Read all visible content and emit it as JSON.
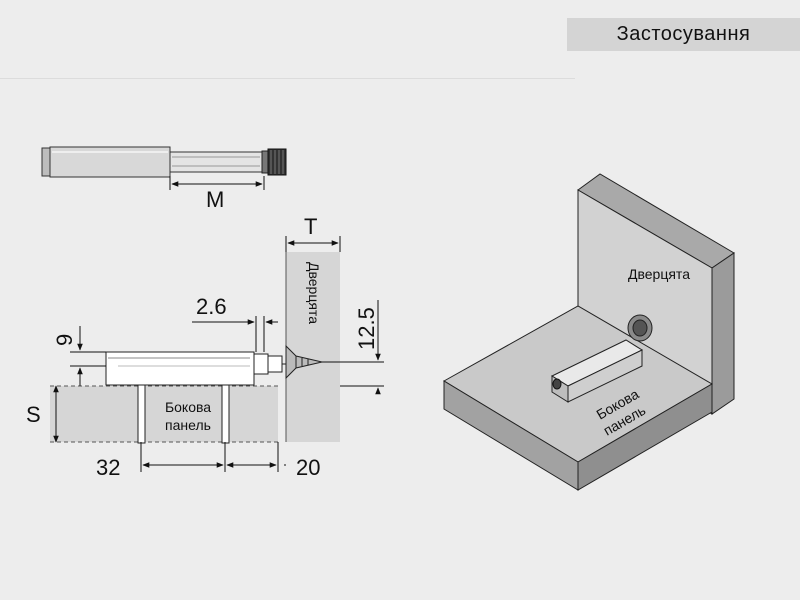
{
  "header": {
    "title": "Застосування"
  },
  "colors": {
    "background": "#ededed",
    "panel": "#d6d6d6",
    "header_bar": "#d4d4d4",
    "line": "#111111"
  },
  "dimensions": {
    "m": "M",
    "t": "T",
    "d26": "2.6",
    "d9": "9",
    "d125": "12.5",
    "s": "S",
    "d32": "32",
    "d20": "20"
  },
  "labels": {
    "door": "Дверцята",
    "side_panel_line1": "Бокова",
    "side_panel_line2": "панель"
  },
  "view3d": {
    "door": "Дверцята",
    "side_panel_line1": "Бокова",
    "side_panel_line2": "панель"
  }
}
